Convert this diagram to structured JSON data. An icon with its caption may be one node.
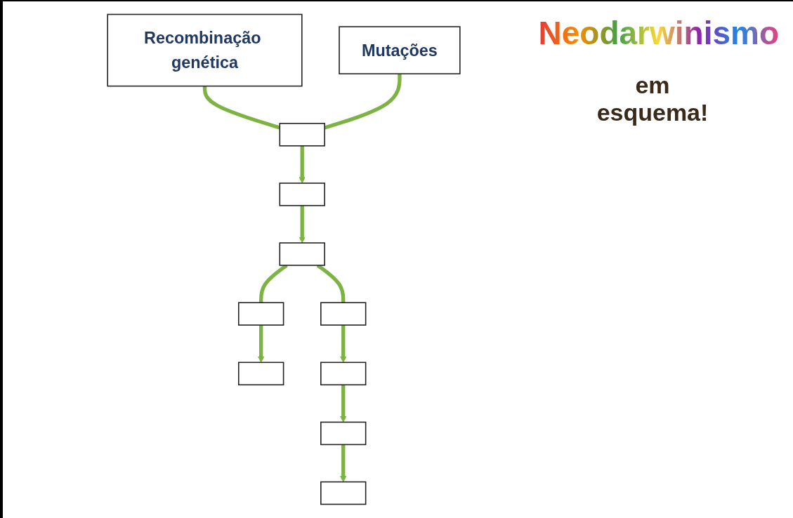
{
  "diagram": {
    "title": "Neodarwinismo",
    "nodes": [
      {
        "text": [
          "Recombinação genética"
        ]
      },
      {
        "text": [
          "Mutações"
        ]
      },
      {
        "text": [],
        "shape": "box"
      },
      {
        "text": [],
        "shape": "box"
      },
      {
        "text": [],
        "shape": "box"
      },
      {
        "text": [],
        "shape": "box"
      },
      {
        "text": [],
        "shape": "box"
      },
      {
        "text": [],
        "shape": "box"
      },
      {
        "text": [],
        "shape": "box"
      },
      {
        "text": [],
        "shape": "box"
      },
      {
        "text": [],
        "shape": "box"
      }
    ],
    "edges": [
      {
        "from": 0,
        "to": 2,
        "arrow": "none"
      },
      {
        "from": 1,
        "to": 2,
        "arrow": "none"
      },
      {
        "from": 2,
        "to": 3,
        "arrow": "to"
      },
      {
        "from": 3,
        "to": 4,
        "arrow": "to"
      },
      {
        "from": 4,
        "to": 5,
        "arrow": "none"
      },
      {
        "from": 4,
        "to": 7,
        "arrow": "none"
      },
      {
        "from": 5,
        "to": 6,
        "arrow": "to"
      },
      {
        "from": 7,
        "to": 8,
        "arrow": "to"
      },
      {
        "from": 8,
        "to": 9,
        "arrow": "to"
      },
      {
        "from": 9,
        "to": 10,
        "arrow": "to"
      }
    ],
    "labels": [
      "em esquema!"
    ]
  }
}
